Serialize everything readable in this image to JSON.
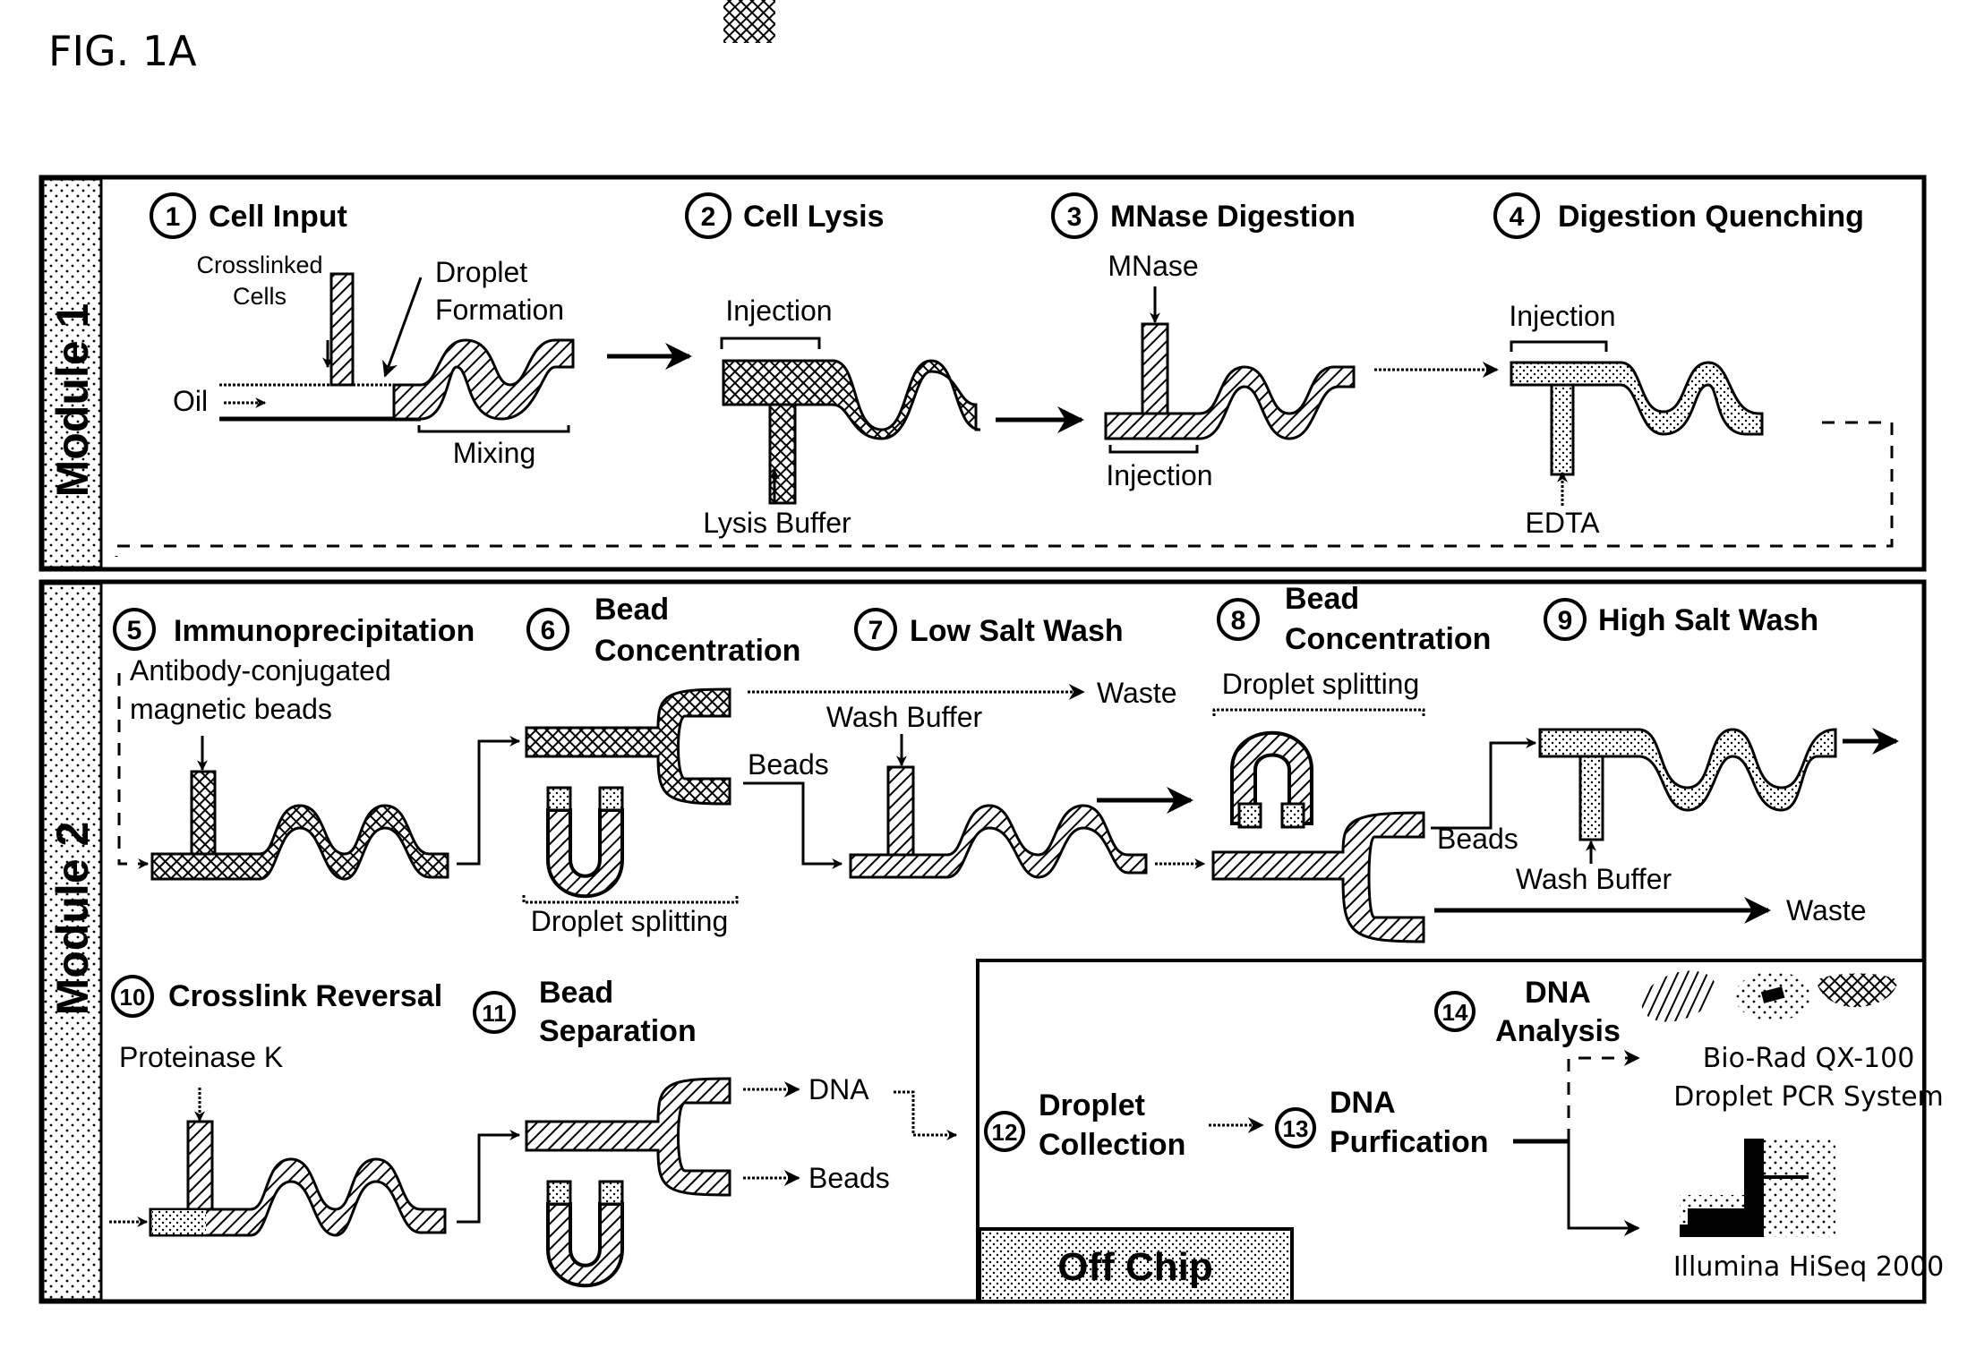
{
  "figure": {
    "title": "FIG. 1A"
  },
  "modules": [
    {
      "label": "Module 1"
    },
    {
      "label": "Module 2"
    }
  ],
  "off_chip": {
    "label": "Off Chip"
  },
  "steps": [
    {
      "number": "1",
      "title": "Cell Input"
    },
    {
      "number": "2",
      "title": "Cell Lysis"
    },
    {
      "number": "3",
      "title": "MNase Digestion"
    },
    {
      "number": "4",
      "title": "Digestion Quenching"
    },
    {
      "number": "5",
      "title": "Immunoprecipitation"
    },
    {
      "number": "6",
      "title": [
        "Bead",
        "Concentration"
      ]
    },
    {
      "number": "7",
      "title": "Low Salt Wash"
    },
    {
      "number": "8",
      "title": [
        "Bead",
        "Concentration"
      ]
    },
    {
      "number": "9",
      "title": "High Salt Wash"
    },
    {
      "number": "10",
      "title": "Crosslink Reversal"
    },
    {
      "number": "11",
      "title": [
        "Bead",
        "Separation"
      ]
    },
    {
      "number": "12",
      "title": [
        "Droplet",
        "Collection"
      ]
    },
    {
      "number": "13",
      "title": [
        "DNA",
        "Purfication"
      ]
    },
    {
      "number": "14",
      "title": [
        "DNA",
        "Analysis"
      ]
    }
  ],
  "labels": {
    "crosslinked_cells": [
      "Crosslinked",
      "Cells"
    ],
    "droplet_formation": [
      "Droplet",
      "Formation"
    ],
    "oil": "Oil",
    "mixing": "Mixing",
    "injection": "Injection",
    "lysis_buffer": "Lysis Buffer",
    "mnase": "MNase",
    "edta": "EDTA",
    "antibody_beads": [
      "Antibody-conjugated",
      "magnetic beads"
    ],
    "droplet_splitting": "Droplet splitting",
    "waste": "Waste",
    "beads": "Beads",
    "wash_buffer": "Wash Buffer",
    "proteinase_k": "Proteinase K",
    "dna": "DNA"
  },
  "instruments": [
    {
      "name": [
        "Bio-Rad QX-100",
        "Droplet PCR System"
      ]
    },
    {
      "name": "Illumina HiSeq 2000"
    }
  ]
}
